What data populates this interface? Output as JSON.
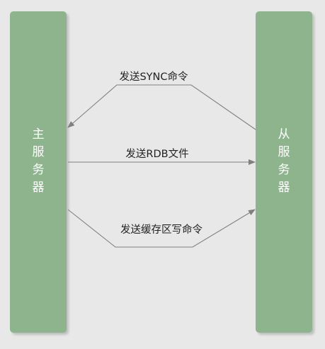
{
  "servers": {
    "master": {
      "label": "主服务器"
    },
    "slave": {
      "label": "从服务器"
    }
  },
  "messages": {
    "sync": "发送SYNC命令",
    "rdb": "发送RDB文件",
    "buffer": "发送缓存区写命令"
  },
  "colors": {
    "server_fill": "#8db48c",
    "background": "#e8e8e8",
    "arrow": "#808080"
  }
}
